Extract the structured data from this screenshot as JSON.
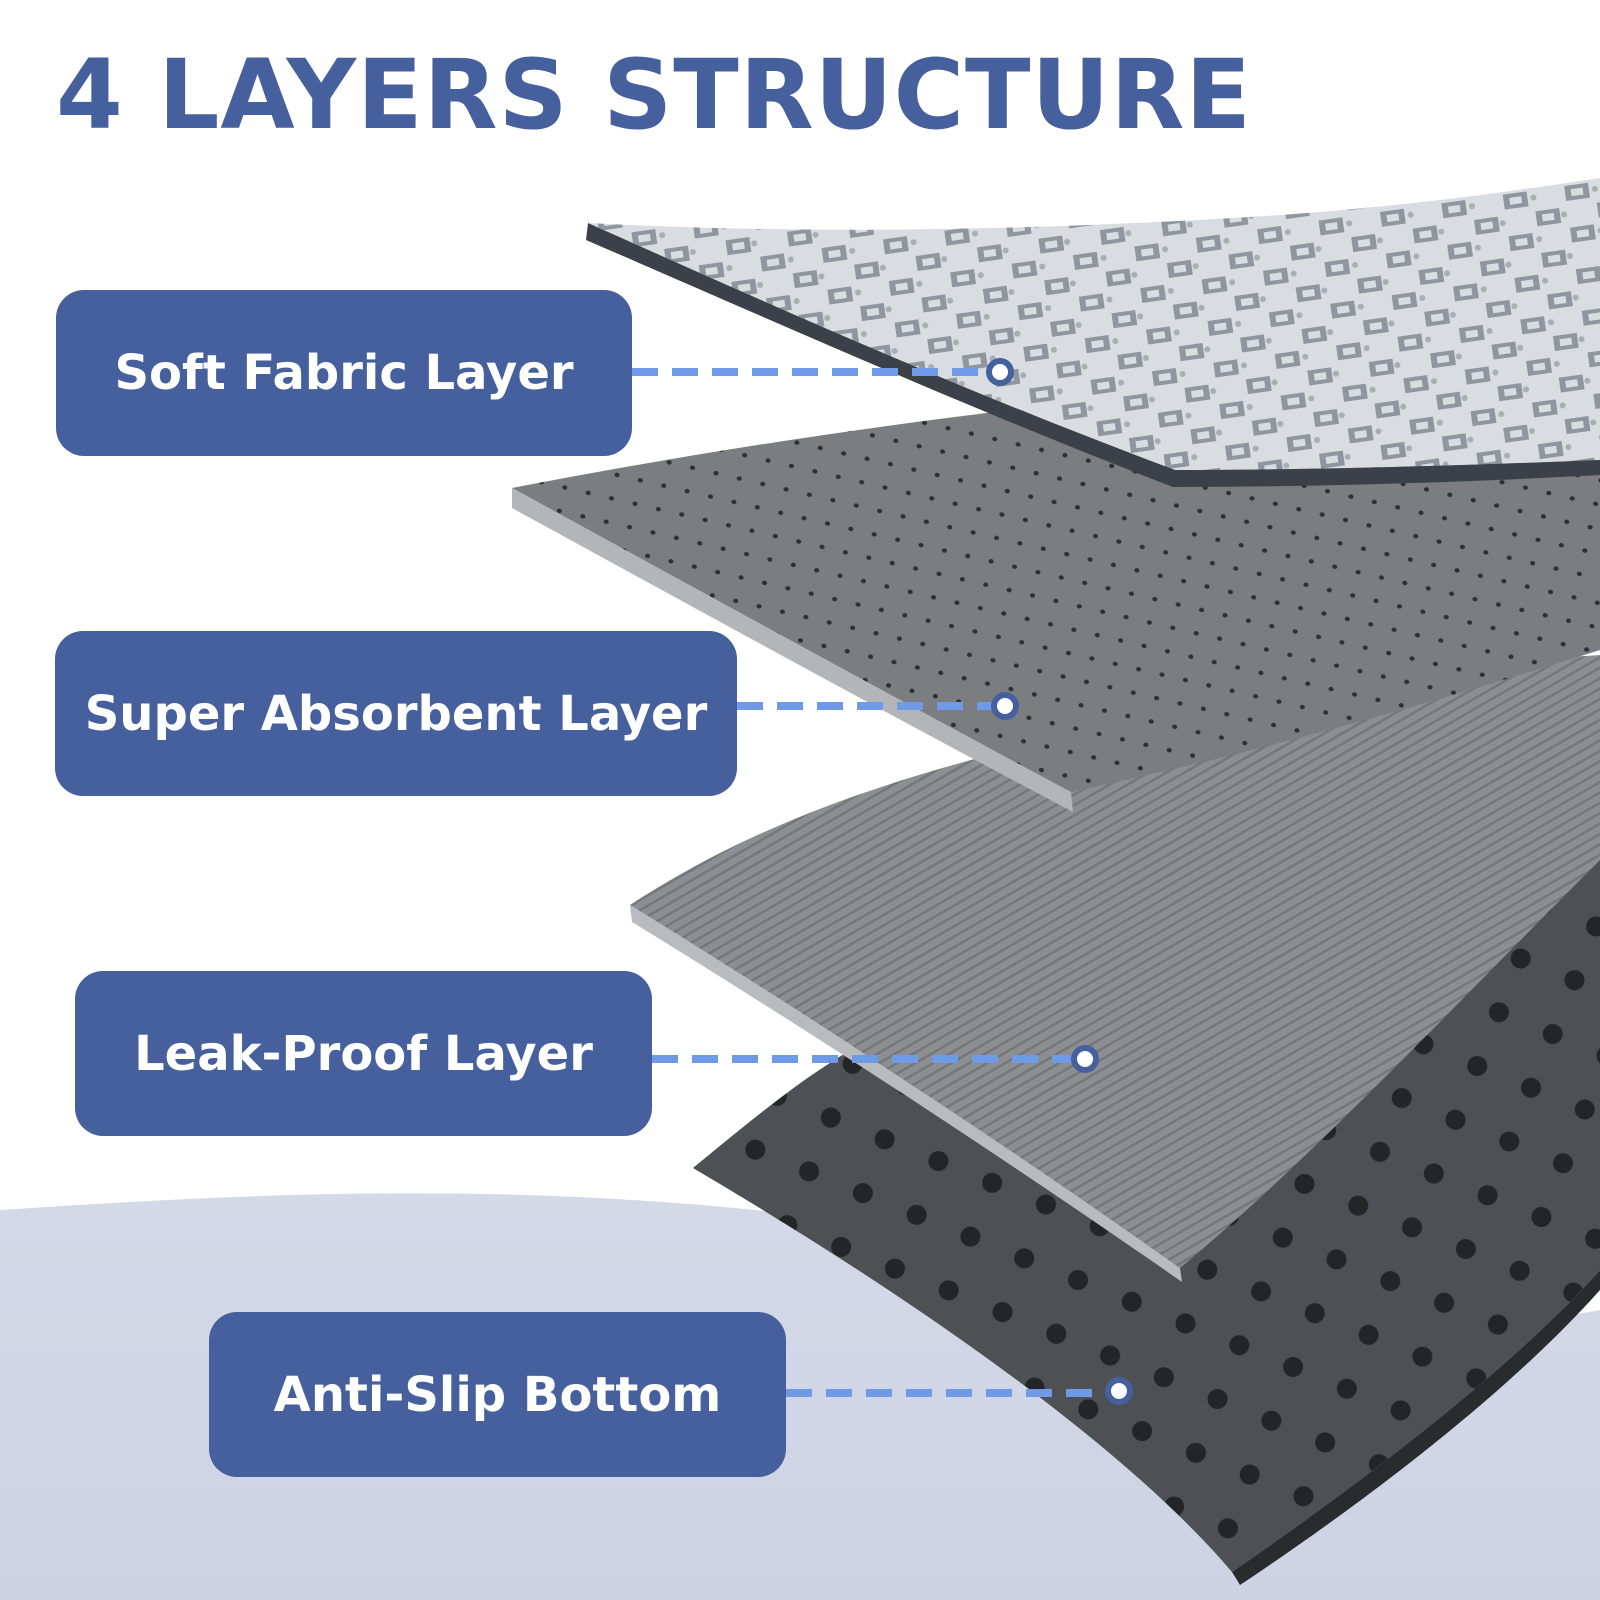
{
  "title": "4 LAYERS STRUCTURE",
  "layers": [
    {
      "label": "Soft Fabric Layer"
    },
    {
      "label": "Super Absorbent Layer"
    },
    {
      "label": "Leak-Proof Layer"
    },
    {
      "label": "Anti-Slip Bottom"
    }
  ],
  "colors": {
    "accent": "#46609e",
    "connector": "#6f9ae8",
    "background_wave": "#d1d7e6"
  }
}
